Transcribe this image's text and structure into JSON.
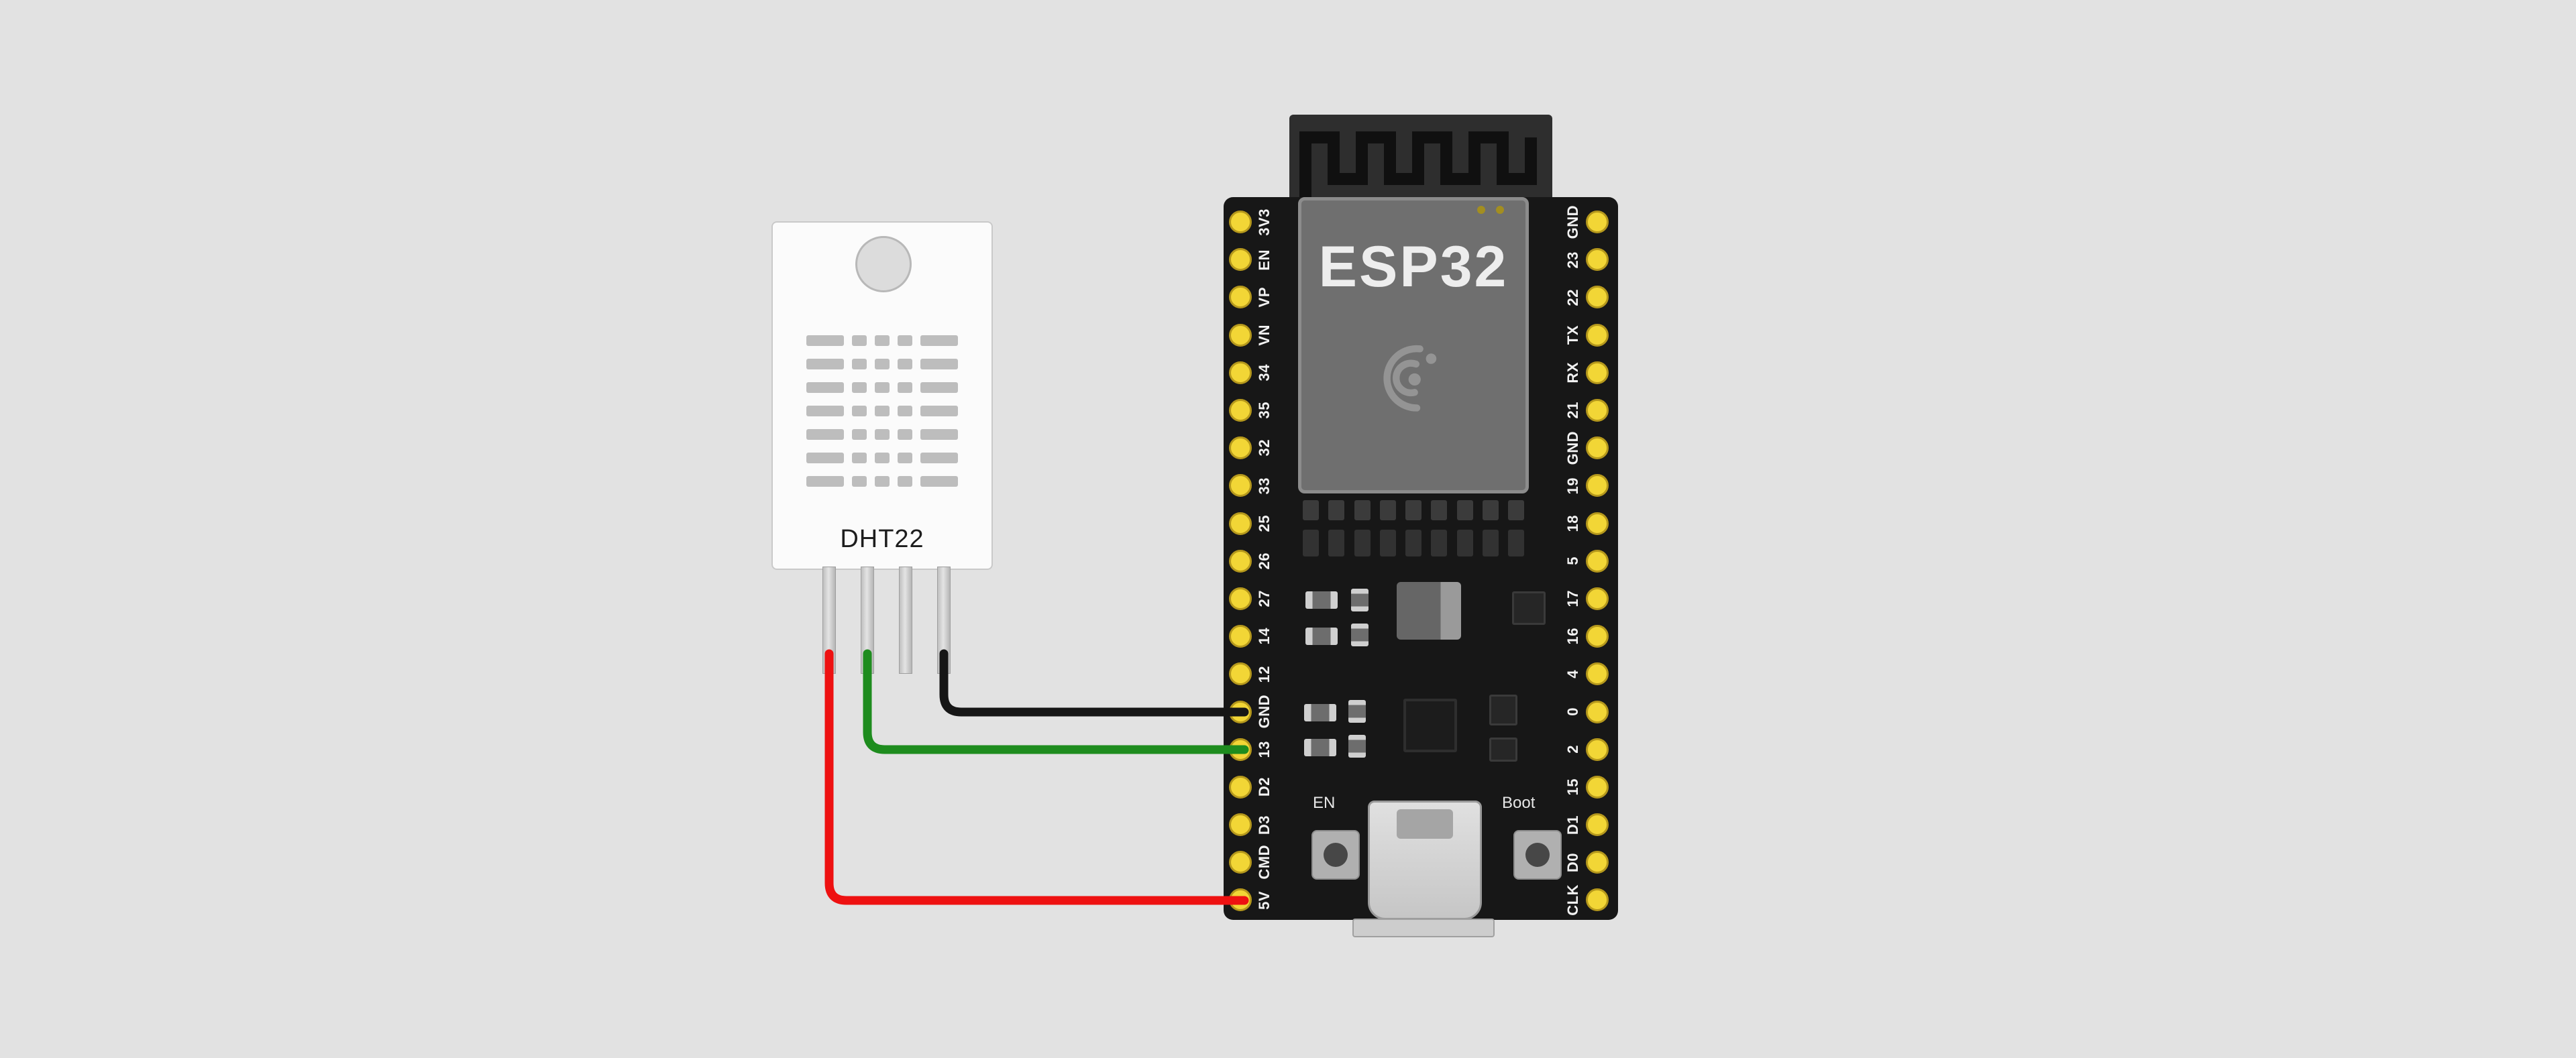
{
  "scene": {
    "background_color": "#e2e2e2"
  },
  "dht22": {
    "label": "DHT22",
    "body_color": "#fbfbfb",
    "vent_color": "#bdbdbd",
    "pin_count": 4
  },
  "esp32": {
    "module_label": "ESP32",
    "en_button_label": "EN",
    "boot_button_label": "Boot",
    "board_color": "#171717",
    "shield_color": "#6f6f6f",
    "pin_hole_color": "#f2d636",
    "left_pins": [
      "3V3",
      "EN",
      "VP",
      "VN",
      "34",
      "35",
      "32",
      "33",
      "25",
      "26",
      "27",
      "14",
      "12",
      "GND",
      "13",
      "D2",
      "D3",
      "CMD",
      "5V"
    ],
    "right_pins": [
      "GND",
      "23",
      "22",
      "TX",
      "RX",
      "21",
      "GND",
      "19",
      "18",
      "5",
      "17",
      "16",
      "4",
      "0",
      "2",
      "15",
      "D1",
      "D0",
      "CLK"
    ]
  },
  "wires": [
    {
      "name": "vcc-wire",
      "color": "#ee1111",
      "from": "DHT22 pin 1",
      "to": "ESP32 5V"
    },
    {
      "name": "data-wire",
      "color": "#1e8c1e",
      "from": "DHT22 pin 2",
      "to": "ESP32 13"
    },
    {
      "name": "ground-wire",
      "color": "#161616",
      "from": "DHT22 pin 4",
      "to": "ESP32 GND"
    }
  ]
}
